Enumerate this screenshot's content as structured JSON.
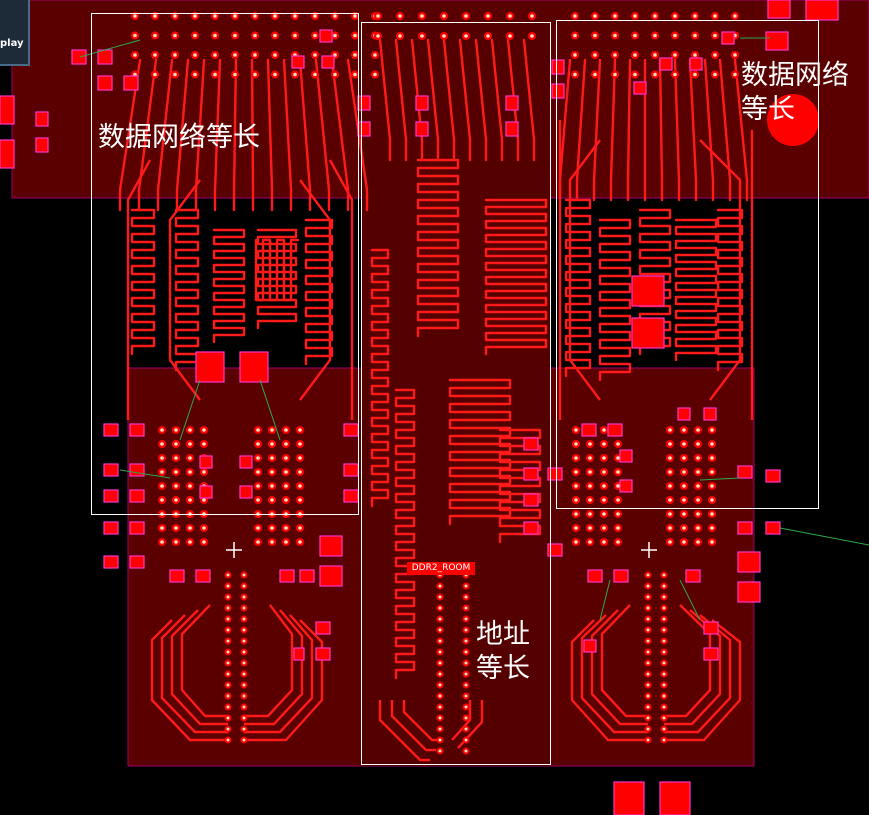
{
  "toolbar": {
    "play_label": "play"
  },
  "room": {
    "label": "DDR2_ROOM"
  },
  "annotations": {
    "data_left": "数据网络等长",
    "data_right_line1": "数据网络",
    "data_right_line2": "等长",
    "addr_line1": "地址",
    "addr_line2": "等长"
  },
  "colors": {
    "background": "#000000",
    "room_fill": "#5a0000",
    "trace": "#ff1a1a",
    "pad": "#ff0000",
    "pad_outline": "#ff33cc",
    "via_center": "#f0e0c0",
    "annotation_box": "#ffffff",
    "ratsnest": "#2ea84a"
  }
}
